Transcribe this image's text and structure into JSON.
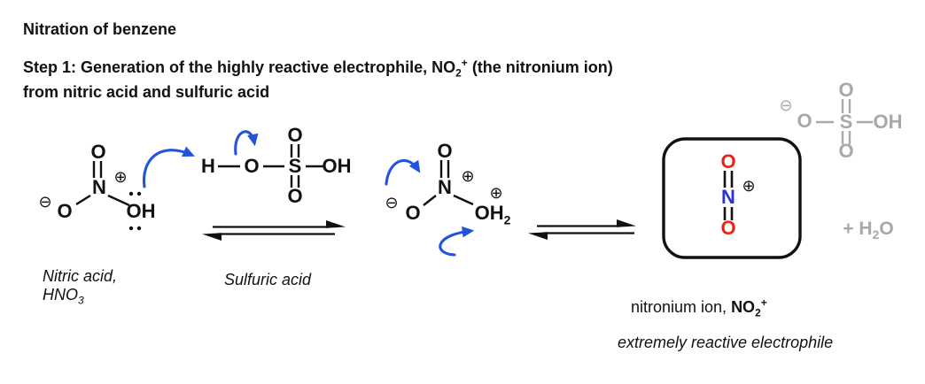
{
  "colors": {
    "background": "#ffffff",
    "structure_black": "#111111",
    "arrow_blue": "#2353dc",
    "nitrogen_blue": "#2c32d2",
    "oxygen_red": "#e82517",
    "byproduct_gray": "#a8a8a8"
  },
  "header": {
    "title": "Nitration of benzene",
    "step_line1_pre": "Step 1: Generation of the highly reactive electrophile, NO",
    "step_line1_sub": "2",
    "step_line1_sup": "+",
    "step_line1_post": " (the nitronium ion)",
    "step_line2": "from nitric acid and sulfuric acid"
  },
  "nitric_acid": {
    "atoms": {
      "o_double": "O",
      "n": "N",
      "o_minus": "O",
      "oh": "OH"
    },
    "charges": {
      "plus": "⊕",
      "minus": "⊖"
    },
    "caption_line1": "Nitric acid,",
    "caption_formula_pre": "HNO",
    "caption_formula_sub": "3"
  },
  "sulfuric_acid": {
    "atoms": {
      "h": "H",
      "o_bridge": "O",
      "s": "S",
      "oh": "OH",
      "o_top": "O",
      "o_bottom": "O"
    },
    "caption": "Sulfuric acid"
  },
  "protonated_nitric_acid": {
    "atoms": {
      "o_double": "O",
      "n": "N",
      "o_minus": "O",
      "oh2_pre": "OH",
      "oh2_sub": "2"
    },
    "charges": {
      "plus_n": "⊕",
      "plus_o": "⊕",
      "minus": "⊖"
    }
  },
  "nitronium_ion": {
    "atoms": {
      "o_top": "O",
      "n": "N",
      "o_bottom": "O"
    },
    "charges": {
      "plus": "⊕"
    },
    "caption_pre": "nitronium ion, ",
    "formula_pre": "NO",
    "formula_sub": "2",
    "formula_sup": "+",
    "subcaption": "extremely reactive electrophile"
  },
  "bisulfate": {
    "atoms": {
      "o_left": "O",
      "s": "S",
      "oh": "OH",
      "o_top": "O",
      "o_bottom": "O"
    },
    "charges": {
      "minus": "⊖"
    },
    "water_pre": "+ H",
    "water_sub": "2",
    "water_post": "O"
  }
}
